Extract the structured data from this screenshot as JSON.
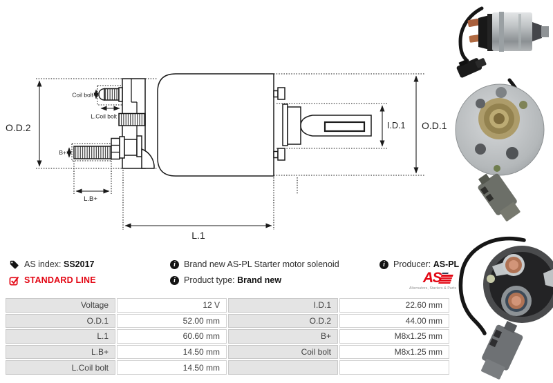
{
  "drawing": {
    "od2": "O.D.2",
    "coil_bolt": "Coil bolt",
    "l_coil_bolt": "L.Coil bolt",
    "b_plus": "B+",
    "l_b_plus": "L.B+",
    "l1": "L.1",
    "id1": "I.D.1",
    "od1": "O.D.1"
  },
  "info": {
    "as_index_label": "AS index:",
    "as_index_value": "SS2017",
    "standard_line": "STANDARD LINE",
    "description": "Brand new AS-PL Starter motor solenoid",
    "product_type_label": "Product type:",
    "product_type_value": "Brand new",
    "producer_label": "Producer:",
    "producer_value": "AS-PL",
    "logo_text": "AS",
    "logo_tagline": "Alternators, Starters & Parts"
  },
  "icons": {
    "info_glyph": "i"
  },
  "colors": {
    "brand_red": "#e30613",
    "table_label_bg": "#e4e4e4",
    "table_border": "#c9c9c9",
    "line_color": "#1a1a1a"
  },
  "table": {
    "rows": [
      {
        "label_left": "Voltage",
        "value_left": "12 V",
        "label_right": "I.D.1",
        "value_right": "22.60 mm"
      },
      {
        "label_left": "O.D.1",
        "value_left": "52.00 mm",
        "label_right": "O.D.2",
        "value_right": "44.00 mm"
      },
      {
        "label_left": "L.1",
        "value_left": "60.60 mm",
        "label_right": "B+",
        "value_right": "M8x1.25 mm"
      },
      {
        "label_left": "L.B+",
        "value_left": "14.50 mm",
        "label_right": "Coil bolt",
        "value_right": "M8x1.25 mm"
      },
      {
        "label_left": "L.Coil bolt",
        "value_left": "14.50 mm",
        "label_right": "",
        "value_right": ""
      }
    ]
  }
}
